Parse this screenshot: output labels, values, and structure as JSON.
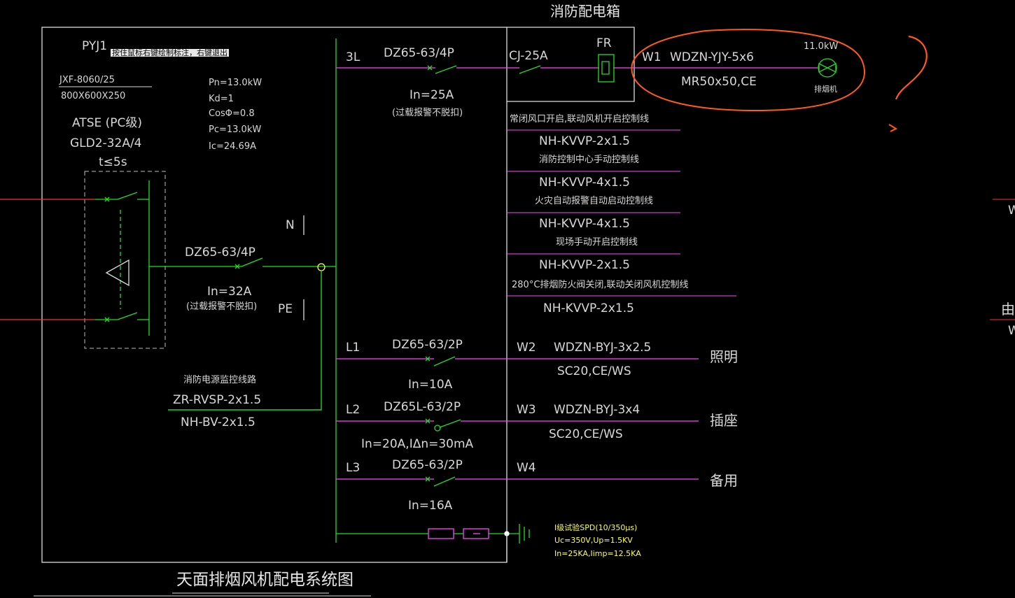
{
  "box": {
    "title": "消防配电箱",
    "id": "PYJ1",
    "note": "按住鼠标右键绘制标注，右键退出",
    "model": "JXF-8060/25",
    "size": "800X600X250"
  },
  "atse": {
    "label": "ATSE  (PC级)",
    "model": "GLD2-32A/4",
    "time": "t≤5s"
  },
  "params": [
    "Pn=13.0kW",
    "Kd=1",
    "CosΦ=0.8",
    "Pc=13.0kW",
    "Ic=24.69A"
  ],
  "main_breaker": {
    "model": "DZ65-63/4P",
    "rating": "In=32A",
    "note": "(过载报警不脱扣)"
  },
  "bus_labels": {
    "n": "N",
    "pe": "PE"
  },
  "monitor": {
    "title": "消防电源监控线路",
    "cable1": "ZR-RVSP-2x1.5",
    "cable2": "NH-BV-2x1.5"
  },
  "fan_circuit": {
    "phase": "3L",
    "breaker": "DZ65-63/4P",
    "rating": "In=25A",
    "note": "(过载报警不脱扣)",
    "contactor": "CJ-25A",
    "relay": "FR",
    "circuit": "W1",
    "cable": "WDZN-YJY-5x6",
    "conduit": "MR50x50,CE",
    "power": "11.0kW",
    "load": "排烟机"
  },
  "control_lines": [
    {
      "desc": "常闭风口开启,联动风机开启控制线",
      "cable": "NH-KVVP-2x1.5"
    },
    {
      "desc": "消防控制中心手动控制线",
      "cable": "NH-KVVP-4x1.5"
    },
    {
      "desc": "火灾自动报警自动启动控制线",
      "cable": "NH-KVVP-4x1.5"
    },
    {
      "desc": "现场手动开启控制线",
      "cable": "NH-KVVP-2x1.5"
    },
    {
      "desc": "280°C排烟防火阀关闭,联动关闭风机控制线",
      "cable": "NH-KVVP-2x1.5"
    }
  ],
  "branches": [
    {
      "phase": "L1",
      "breaker": "DZ65-63/2P",
      "rating": "In=10A",
      "circuit": "W2",
      "cable": "WDZN-BYJ-3x2.5",
      "conduit": "SC20,CE/WS",
      "load": "照明"
    },
    {
      "phase": "L2",
      "breaker": "DZ65L-63/2P",
      "rating": "In=20A,IΔn=30mA",
      "circuit": "W3",
      "cable": "WDZN-BYJ-3x4",
      "conduit": "SC20,CE/WS",
      "load": "插座"
    },
    {
      "phase": "L3",
      "breaker": "DZ65-63/2P",
      "rating": "In=16A",
      "circuit": "W4",
      "cable": "",
      "conduit": "",
      "load": "备用"
    }
  ],
  "spd": {
    "line1": "Ⅰ级试验SPD(10/350μs)",
    "line2": "Uc=350V,Up=1.5KV",
    "line3": "In=25KA,Iimp=12.5KA"
  },
  "diagram_title": "天面排烟风机配电系统图",
  "edge": {
    "right1": "W",
    "right2": "由配",
    "right3": "W"
  },
  "annotation": {
    "mark": "?"
  },
  "colors": {
    "background": "#000000",
    "green": "#20e020",
    "magenta": "#ff44ff",
    "red": "#ff3030",
    "orange": "#ff5a1a"
  }
}
